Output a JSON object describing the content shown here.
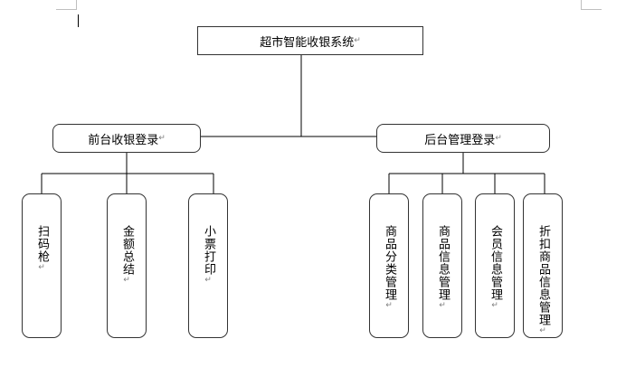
{
  "root": {
    "label": "超市智能收银系统"
  },
  "branches": [
    {
      "label": "前台收银登录",
      "children": [
        "扫码枪",
        "金额总结",
        "小票打印"
      ]
    },
    {
      "label": "后台管理登录",
      "children": [
        "商品分类管理",
        "商品信息管理",
        "会员信息管理",
        "折扣商品信息管理"
      ]
    }
  ],
  "paragraph_mark": "↵",
  "colors": {
    "line": "#000000",
    "border": "#333333",
    "mark": "#7f7f7f"
  }
}
